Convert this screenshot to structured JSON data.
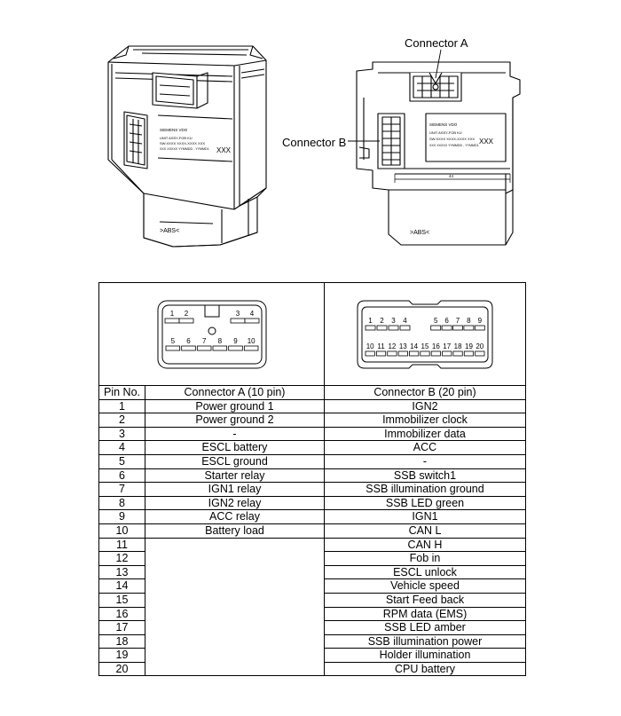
{
  "drawing": {
    "left_label_text": "SIEMENS VDO",
    "left_label_lines": [
      "UNIT  ASSY-FOB  KU",
      "SW:XXXX  XXXX-XXXX  XXX",
      "XXX  XXXXX  YYMMDD  -  YYMMD1"
    ],
    "left_mark": "XXX",
    "left_bottom": ">ABS<",
    "right_label_text": "SIEMENS VDO",
    "right_label_lines": [
      "UNIT  ASSY-FOB  KU",
      "SW:XXXX  XXXX-XXXX  XXX",
      "XXX  XXXXX  YYMMDD  -  YYMMD1"
    ],
    "right_mark": "XXX",
    "right_bottom": ">ABS<",
    "dimension": "44",
    "callout_a": "Connector A",
    "callout_b": "Connector B"
  },
  "connector_a_face": {
    "top_pins": [
      "1",
      "2",
      "3",
      "4"
    ],
    "bottom_pins": [
      "5",
      "6",
      "7",
      "8",
      "9",
      "10"
    ]
  },
  "connector_b_face": {
    "top_pins": [
      "1",
      "2",
      "3",
      "4",
      "5",
      "6",
      "7",
      "8",
      "9"
    ],
    "bottom_pins": [
      "10",
      "11",
      "12",
      "13",
      "14",
      "15",
      "16",
      "17",
      "18",
      "19",
      "20"
    ]
  },
  "table": {
    "headers": [
      "Pin No.",
      "Connector A (10 pin)",
      "Connector B (20 pin)"
    ],
    "rows": [
      {
        "pin": "1",
        "a": "Power ground 1",
        "b": "IGN2"
      },
      {
        "pin": "2",
        "a": "Power ground 2",
        "b": "Immobilizer clock"
      },
      {
        "pin": "3",
        "a": "-",
        "b": "Immobilizer data"
      },
      {
        "pin": "4",
        "a": "ESCL battery",
        "b": "ACC"
      },
      {
        "pin": "5",
        "a": "ESCL ground",
        "b": "-"
      },
      {
        "pin": "6",
        "a": "Starter relay",
        "b": "SSB switch1"
      },
      {
        "pin": "7",
        "a": "IGN1 relay",
        "b": "SSB illumination ground"
      },
      {
        "pin": "8",
        "a": "IGN2 relay",
        "b": "SSB LED green"
      },
      {
        "pin": "9",
        "a": "ACC relay",
        "b": "IGN1"
      },
      {
        "pin": "10",
        "a": "Battery load",
        "b": "CAN L"
      },
      {
        "pin": "11",
        "b": "CAN H"
      },
      {
        "pin": "12",
        "b": "Fob in"
      },
      {
        "pin": "13",
        "b": "ESCL unlock"
      },
      {
        "pin": "14",
        "b": "Vehicle speed"
      },
      {
        "pin": "15",
        "b": "Start Feed back"
      },
      {
        "pin": "16",
        "b": "RPM data (EMS)"
      },
      {
        "pin": "17",
        "b": "SSB LED amber"
      },
      {
        "pin": "18",
        "b": "SSB illumination power"
      },
      {
        "pin": "19",
        "b": "Holder illumination"
      },
      {
        "pin": "20",
        "b": "CPU battery"
      }
    ]
  }
}
